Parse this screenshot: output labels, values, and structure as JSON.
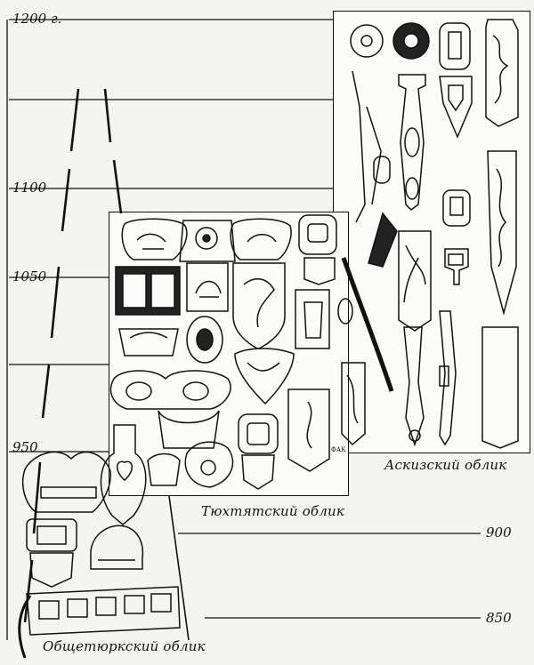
{
  "axis": {
    "ticks_left": [
      "1200 г.",
      "1100",
      "1050",
      "950"
    ],
    "ticks_right": [
      "900",
      "850"
    ]
  },
  "captions": {
    "common_turkic": "Общетюркский облик",
    "tyukhtyat": "Тюхтятский облик",
    "askiz": "Аскизский облик"
  },
  "signature": "ФАК"
}
